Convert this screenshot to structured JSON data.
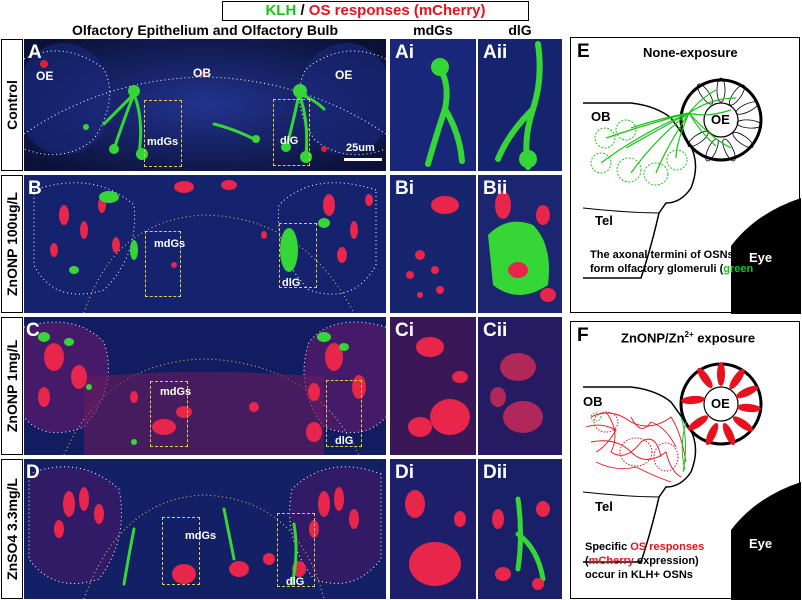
{
  "legend": {
    "klh": "KLH",
    "separator": " / ",
    "os": "OS responses (mCherry)"
  },
  "headers": {
    "main": "Olfactory Epithelium and Olfactory Bulb",
    "mdgs": "mdGs",
    "dlg": "dlG"
  },
  "rows": [
    {
      "label": "Control",
      "panel": "A",
      "sub1": "Ai",
      "sub2": "Aii"
    },
    {
      "label": "ZnONP 100ug/L",
      "panel": "B",
      "sub1": "Bi",
      "sub2": "Bii"
    },
    {
      "label": "ZnONP 1mg/L",
      "panel": "C",
      "sub1": "Ci",
      "sub2": "Cii"
    },
    {
      "label": "ZnSO4 3.3mg/L",
      "panel": "D",
      "sub1": "Di",
      "sub2": "Dii"
    }
  ],
  "region_labels": {
    "oe": "OE",
    "ob": "OB"
  },
  "box_labels": {
    "mdgs": "mdGs",
    "dlg": "dlG"
  },
  "scale_bar": "25um",
  "schematic_e": {
    "letter": "E",
    "title": "None-exposure",
    "ob": "OB",
    "oe": "OE",
    "tel": "Tel",
    "eye": "Eye",
    "caption_1": "The axonal termini of OSNs",
    "caption_2a": "form olfactory glomeruli (",
    "caption_2b": "green",
    "caption_2c": ")"
  },
  "schematic_f": {
    "letter": "F",
    "title_a": "ZnONP/Zn",
    "title_sup": "2+",
    "title_b": " exposure",
    "ob": "OB",
    "oe": "OE",
    "tel": "Tel",
    "eye": "Eye",
    "caption_1a": "Specific ",
    "caption_1b": "OS responses",
    "caption_2a": "(",
    "caption_2b": "mCherry",
    "caption_2c": " expression)",
    "caption_3": "occur in KLH+ OSNs"
  },
  "colors": {
    "klh_green": "#19c419",
    "os_red": "#e8121e",
    "dapi_blue": "#1a2a8c",
    "box_yellow": "#e6c84a"
  }
}
